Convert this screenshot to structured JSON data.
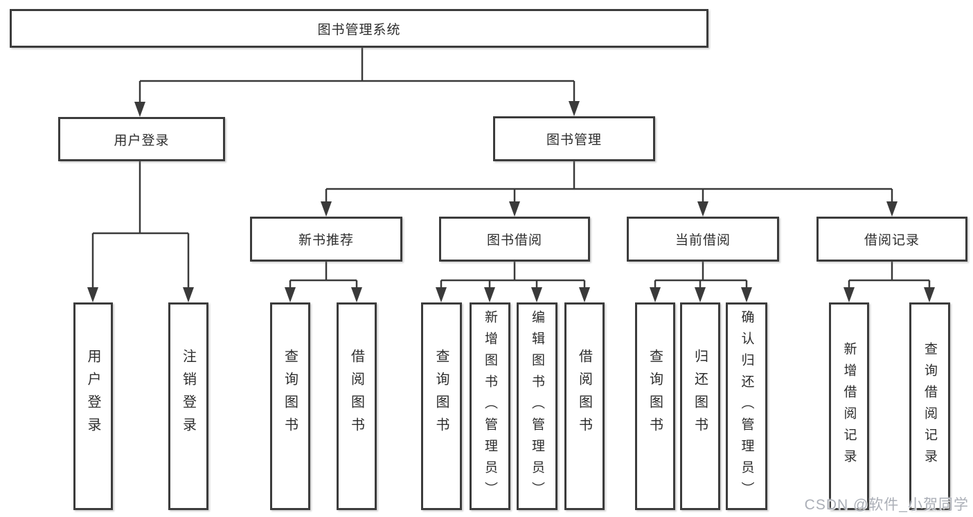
{
  "diagram": {
    "root": {
      "label": "图书管理系统"
    },
    "user": {
      "label": "用户登录",
      "children": [
        {
          "label": "用户登录"
        },
        {
          "label": "注销登录"
        }
      ]
    },
    "book": {
      "label": "图书管理",
      "children": [
        {
          "label": "新书推荐",
          "children": [
            {
              "label": "查询图书"
            },
            {
              "label": "借阅图书"
            }
          ]
        },
        {
          "label": "图书借阅",
          "children": [
            {
              "label": "查询图书"
            },
            {
              "label": "新增图书（管理员）"
            },
            {
              "label": "编辑图书（管理员）"
            },
            {
              "label": "借阅图书"
            }
          ]
        },
        {
          "label": "当前借阅",
          "children": [
            {
              "label": "查询图书"
            },
            {
              "label": "归还图书"
            },
            {
              "label": "确认归还（管理员）"
            }
          ]
        },
        {
          "label": "借阅记录",
          "children": [
            {
              "label": "新增借阅记录"
            },
            {
              "label": "查询借阅记录"
            }
          ]
        }
      ]
    }
  },
  "watermark": {
    "text": "CSDN @软件_小贺同学"
  },
  "colors": {
    "line": "#3a3a3a",
    "border": "#3c3c3c",
    "text": "#2d2d2d",
    "background": "#ffffff",
    "watermark": "#a6abb3"
  }
}
